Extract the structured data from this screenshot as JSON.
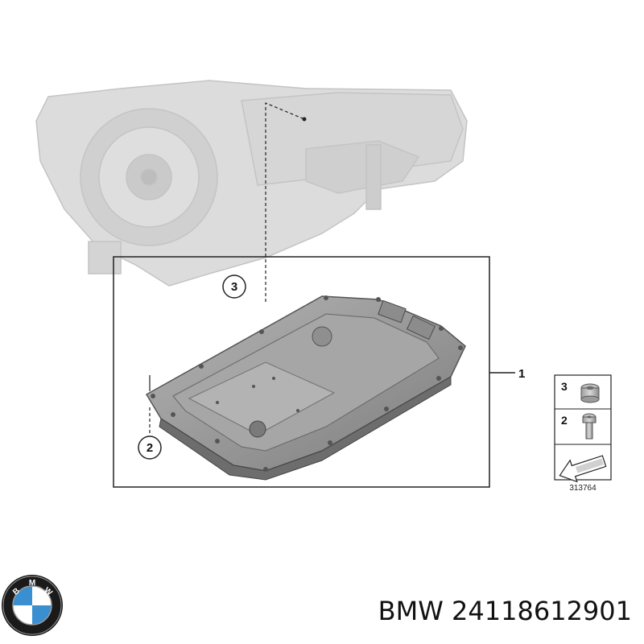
{
  "callouts": [
    {
      "id": "callout-1",
      "label": "1"
    },
    {
      "id": "callout-2",
      "label": "2"
    },
    {
      "id": "callout-3",
      "label": "3"
    }
  ],
  "legend": {
    "items": [
      {
        "label": "3",
        "icon": "drain-plug-icon"
      },
      {
        "label": "2",
        "icon": "bolt-icon"
      }
    ],
    "arrow_icon": "assembly-arrow-icon",
    "diagram_number": "313764"
  },
  "brand": {
    "logo_letters": [
      "B",
      "M",
      "W"
    ],
    "title": "BMW 24118612901"
  },
  "colors": {
    "transmission": "#d9d9d9",
    "pan": "#9a9a9a",
    "pan_dark": "#6b6b6b",
    "logo_blue": "#3a8fd0",
    "logo_ring": "#1a1a1a"
  }
}
